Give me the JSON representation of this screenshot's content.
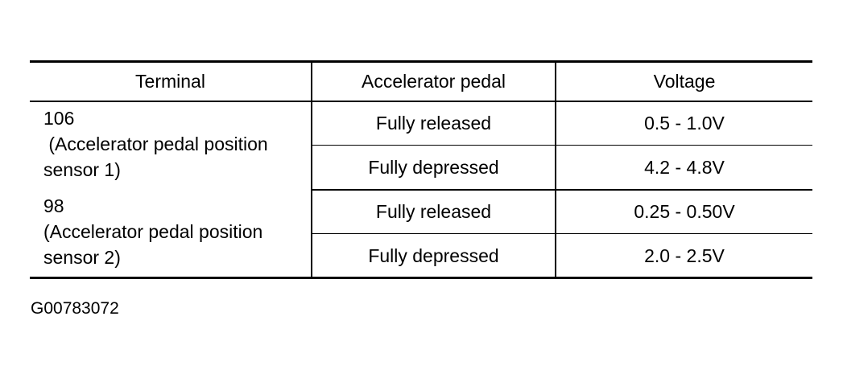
{
  "table": {
    "headers": [
      "Terminal",
      "Accelerator pedal",
      "Voltage"
    ],
    "groups": [
      {
        "terminal_number": "106",
        "terminal_desc": " (Accelerator pedal position sensor 1)",
        "rows": [
          {
            "pedal": "Fully released",
            "voltage": "0.5 - 1.0V"
          },
          {
            "pedal": "Fully depressed",
            "voltage": "4.2 - 4.8V"
          }
        ]
      },
      {
        "terminal_number": "98",
        "terminal_desc": "(Accelerator pedal position sensor 2)",
        "rows": [
          {
            "pedal": "Fully released",
            "voltage": "0.25 - 0.50V"
          },
          {
            "pedal": "Fully depressed",
            "voltage": "2.0 - 2.5V"
          }
        ]
      }
    ]
  },
  "figure_id": "G00783072"
}
